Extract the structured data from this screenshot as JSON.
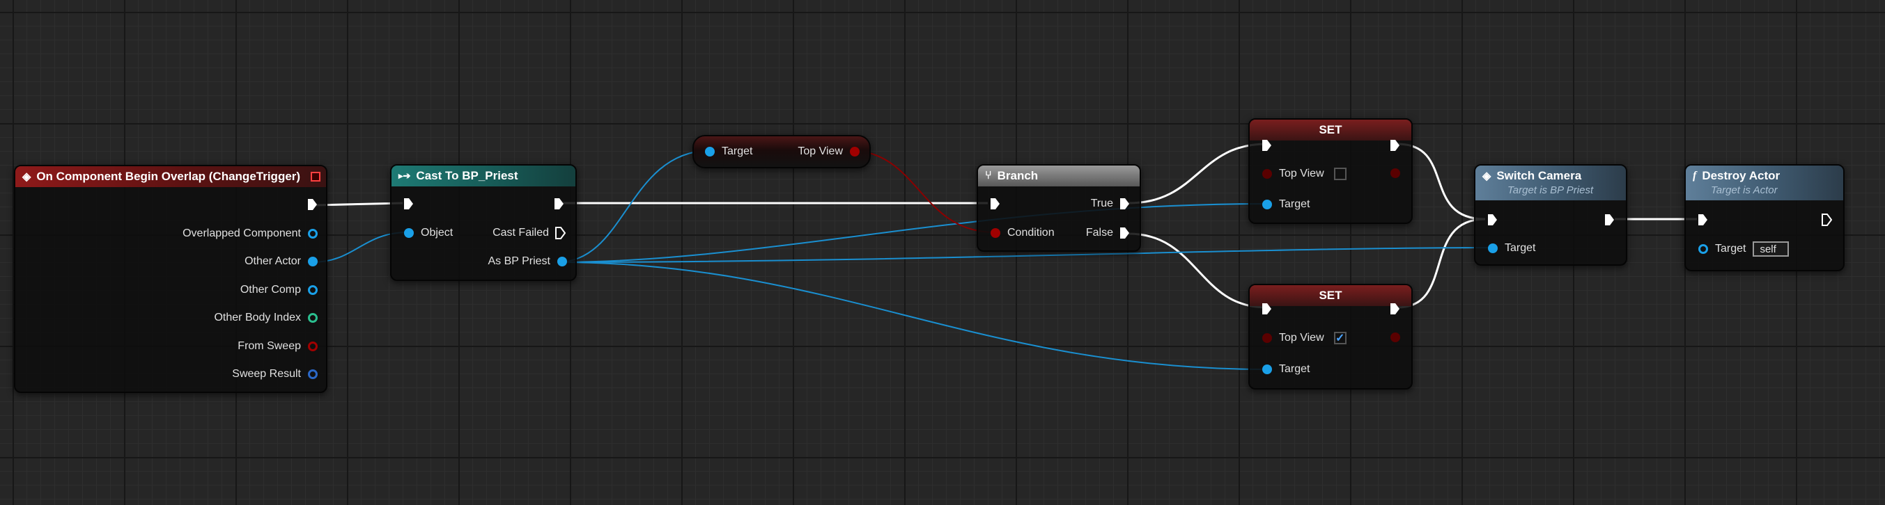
{
  "graph": {
    "event_node": {
      "title": "On Component Begin Overlap (ChangeTrigger)",
      "icon": "event-diamond-icon",
      "outputs": [
        "Overlapped Component",
        "Other Actor",
        "Other Comp",
        "Other Body Index",
        "From Sweep",
        "Sweep Result"
      ]
    },
    "cast_node": {
      "title": "Cast To BP_Priest",
      "icon": "cast-arrows-icon",
      "input_object": "Object",
      "cast_failed": "Cast Failed",
      "as_output": "As BP Priest"
    },
    "get_node": {
      "target": "Target",
      "output": "Top View"
    },
    "branch_node": {
      "title": "Branch",
      "icon": "branch-icon",
      "condition": "Condition",
      "true_label": "True",
      "false_label": "False"
    },
    "set_node_1": {
      "title": "SET",
      "var": "Top View",
      "checked": false,
      "target": "Target"
    },
    "set_node_2": {
      "title": "SET",
      "var": "Top View",
      "checked": true,
      "checkmark": "✓",
      "target": "Target"
    },
    "switch_node": {
      "title": "Switch Camera",
      "subtitle": "Target is BP Priest",
      "icon": "function-diamond-icon",
      "target": "Target"
    },
    "destroy_node": {
      "title": "Destroy Actor",
      "subtitle": "Target is Actor",
      "icon": "function-f-icon",
      "target": "Target",
      "target_value": "self"
    }
  },
  "colors": {
    "object_pin": "#1aa0e8",
    "bool_pin": "#a10000",
    "struct_pin": "#2b68c7",
    "int_pin": "#2bbf8f",
    "exec_wire": "#ffffff"
  }
}
